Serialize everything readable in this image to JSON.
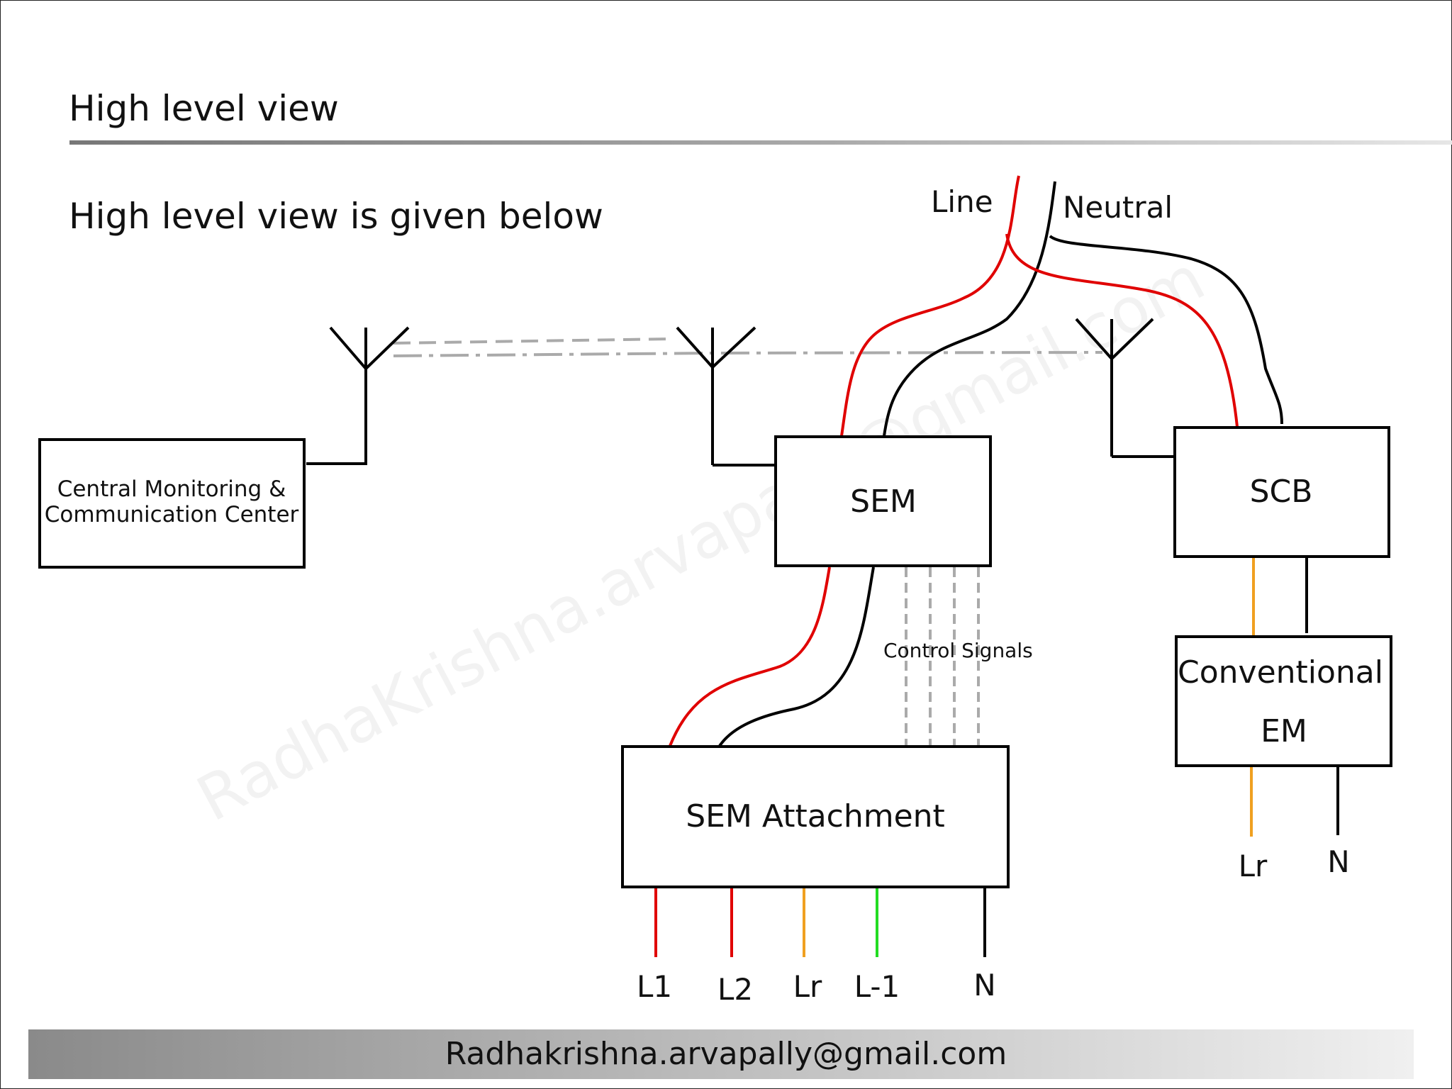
{
  "slide": {
    "title": "High level view",
    "subtitle": "High level view is given below",
    "footer": "Radhakrishna.arvapally@gmail.com",
    "watermark": "RadhaKrishna.arvapally@gmail.com"
  },
  "diagram": {
    "wires": {
      "line": "Line",
      "neutral": "Neutral",
      "control_signals": "Control Signals"
    },
    "blocks": {
      "cmcc_line1": "Central Monitoring &",
      "cmcc_line2": "Communication Center",
      "sem": "SEM",
      "scb": "SCB",
      "conventional_line1": "Conventional",
      "conventional_line2": "EM",
      "sem_attachment": "SEM Attachment"
    },
    "attachment_terminals": [
      "L1",
      "L2",
      "Lr",
      "L-1",
      "N"
    ],
    "em_terminals": [
      "Lr",
      "N"
    ]
  },
  "colors": {
    "line": "#e00000",
    "neutral": "#000000",
    "lr": "#f0a020",
    "l_minus_1": "#22dd22",
    "wireless": "#aaaaaa"
  }
}
